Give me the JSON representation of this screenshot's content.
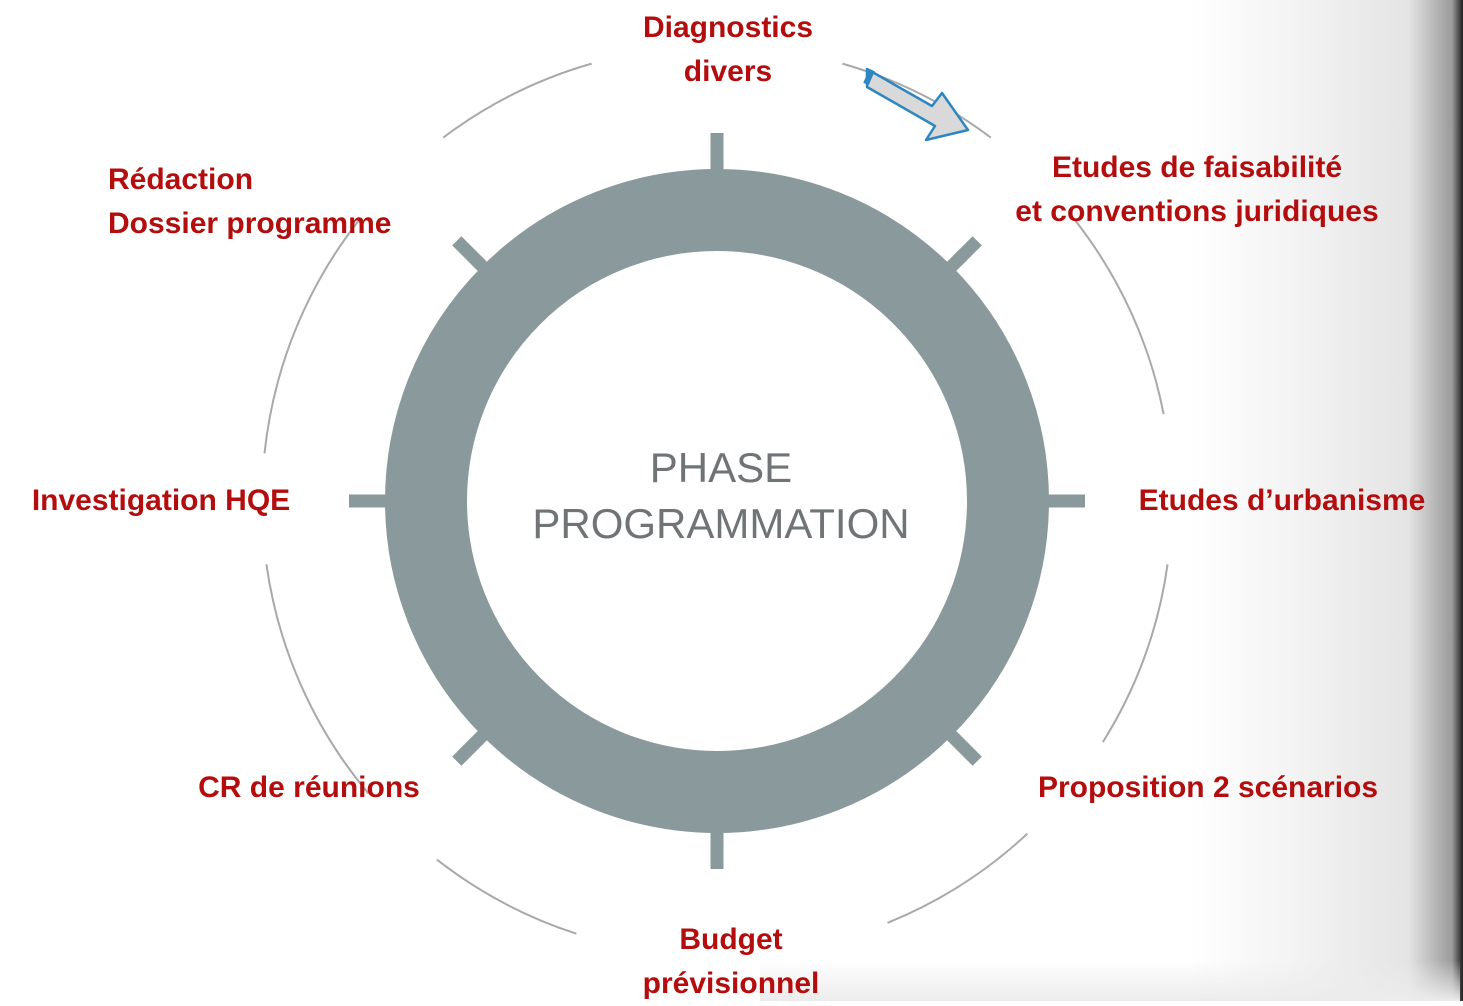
{
  "center": {
    "line1": "PHASE",
    "line2": "PROGRAMMATION"
  },
  "steps": [
    {
      "lines": [
        "Diagnostics",
        "divers"
      ]
    },
    {
      "lines": [
        "Etudes de faisabilité",
        "et conventions juridiques"
      ]
    },
    {
      "lines": [
        "Etudes d’urbanisme"
      ]
    },
    {
      "lines": [
        "Proposition 2 scénarios"
      ]
    },
    {
      "lines": [
        "Budget",
        "prévisionnel"
      ]
    },
    {
      "lines": [
        "CR de réunions"
      ]
    },
    {
      "lines": [
        "Investigation HQE"
      ]
    },
    {
      "lines": [
        "Rédaction",
        "Dossier programme"
      ]
    }
  ],
  "colors": {
    "ring": "#8a9a9c",
    "label": "#b30d0d",
    "center_text": "#6f7476",
    "arc": "#a9a9a9",
    "arrow_fill": "#d9d9d9",
    "arrow_stroke": "#2e86c1"
  }
}
